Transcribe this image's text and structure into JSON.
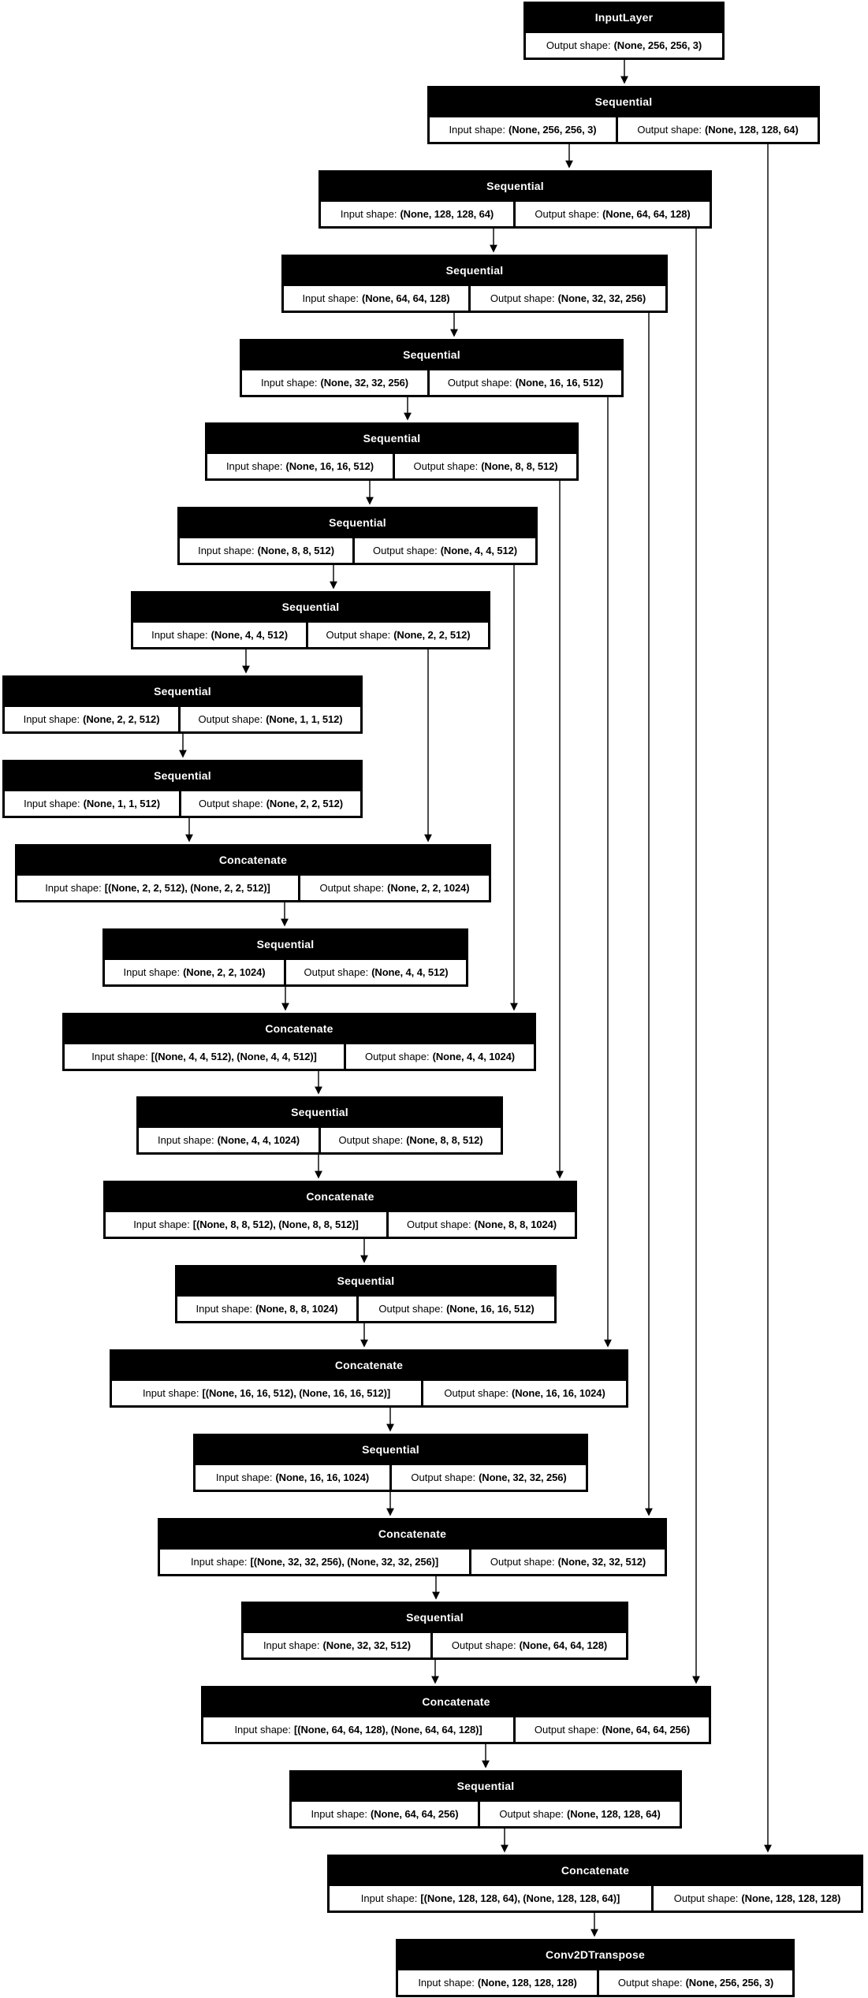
{
  "diagram": {
    "description": "U-Net style Keras model architecture diagram",
    "labels": {
      "input": "Input shape:",
      "output": "Output shape:"
    },
    "colors": {
      "node_background": "#000000",
      "node_title_text": "#ffffff",
      "cell_background": "#ffffff",
      "cell_text": "#000000",
      "edge": "#000000",
      "canvas_background": "#ffffff"
    },
    "nodes": [
      {
        "title": "InputLayer",
        "output": "(None, 256, 256, 3)"
      },
      {
        "title": "Sequential",
        "input": "(None, 256, 256, 3)",
        "output": "(None, 128, 128, 64)"
      },
      {
        "title": "Sequential",
        "input": "(None, 128, 128, 64)",
        "output": "(None, 64, 64, 128)"
      },
      {
        "title": "Sequential",
        "input": "(None, 64, 64, 128)",
        "output": "(None, 32, 32, 256)"
      },
      {
        "title": "Sequential",
        "input": "(None, 32, 32, 256)",
        "output": "(None, 16, 16, 512)"
      },
      {
        "title": "Sequential",
        "input": "(None, 16, 16, 512)",
        "output": "(None, 8, 8, 512)"
      },
      {
        "title": "Sequential",
        "input": "(None, 8, 8, 512)",
        "output": "(None, 4, 4, 512)"
      },
      {
        "title": "Sequential",
        "input": "(None, 4, 4, 512)",
        "output": "(None, 2, 2, 512)"
      },
      {
        "title": "Sequential",
        "input": "(None, 2, 2, 512)",
        "output": "(None, 1, 1, 512)"
      },
      {
        "title": "Sequential",
        "input": "(None, 1, 1, 512)",
        "output": "(None, 2, 2, 512)"
      },
      {
        "title": "Concatenate",
        "input": "[(None, 2, 2, 512), (None, 2, 2, 512)]",
        "output": "(None, 2, 2, 1024)"
      },
      {
        "title": "Sequential",
        "input": "(None, 2, 2, 1024)",
        "output": "(None, 4, 4, 512)"
      },
      {
        "title": "Concatenate",
        "input": "[(None, 4, 4, 512), (None, 4, 4, 512)]",
        "output": "(None, 4, 4, 1024)"
      },
      {
        "title": "Sequential",
        "input": "(None, 4, 4, 1024)",
        "output": "(None, 8, 8, 512)"
      },
      {
        "title": "Concatenate",
        "input": "[(None, 8, 8, 512), (None, 8, 8, 512)]",
        "output": "(None, 8, 8, 1024)"
      },
      {
        "title": "Sequential",
        "input": "(None, 8, 8, 1024)",
        "output": "(None, 16, 16, 512)"
      },
      {
        "title": "Concatenate",
        "input": "[(None, 16, 16, 512), (None, 16, 16, 512)]",
        "output": "(None, 16, 16, 1024)"
      },
      {
        "title": "Sequential",
        "input": "(None, 16, 16, 1024)",
        "output": "(None, 32, 32, 256)"
      },
      {
        "title": "Concatenate",
        "input": "[(None, 32, 32, 256), (None, 32, 32, 256)]",
        "output": "(None, 32, 32, 512)"
      },
      {
        "title": "Sequential",
        "input": "(None, 32, 32, 512)",
        "output": "(None, 64, 64, 128)"
      },
      {
        "title": "Concatenate",
        "input": "[(None, 64, 64, 128), (None, 64, 64, 128)]",
        "output": "(None, 64, 64, 256)"
      },
      {
        "title": "Sequential",
        "input": "(None, 64, 64, 256)",
        "output": "(None, 128, 128, 64)"
      },
      {
        "title": "Concatenate",
        "input": "[(None, 128, 128, 64), (None, 128, 128, 64)]",
        "output": "(None, 128, 128, 128)"
      },
      {
        "title": "Conv2DTranspose",
        "input": "(None, 128, 128, 128)",
        "output": "(None, 256, 256, 3)"
      }
    ]
  }
}
